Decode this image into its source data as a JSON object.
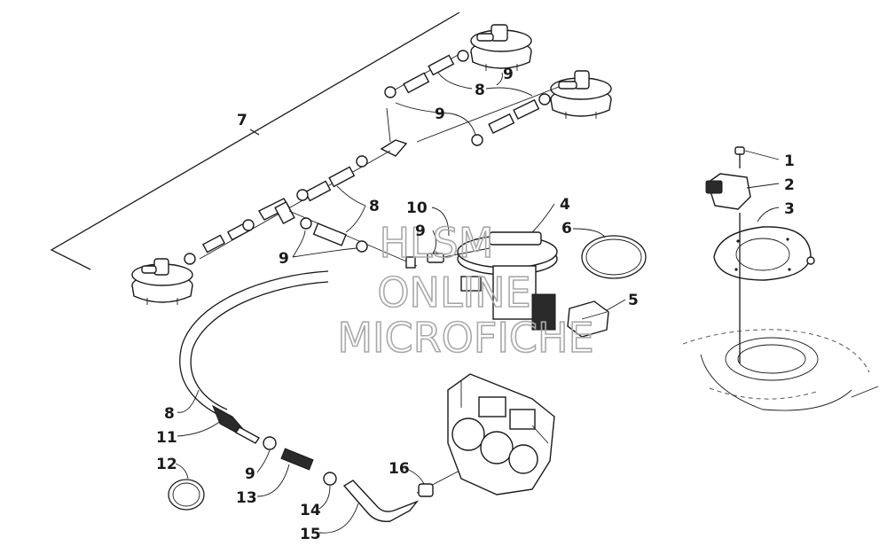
{
  "watermark": {
    "line1": "HLSM",
    "line2": "ONLINE",
    "line3": "MICROFICHE"
  },
  "callouts": [
    {
      "id": "c1",
      "text": "1"
    },
    {
      "id": "c2",
      "text": "2"
    },
    {
      "id": "c3",
      "text": "3"
    },
    {
      "id": "c4",
      "text": "4"
    },
    {
      "id": "c5",
      "text": "5"
    },
    {
      "id": "c6",
      "text": "6"
    },
    {
      "id": "c7",
      "text": "7"
    },
    {
      "id": "c8a",
      "text": "8"
    },
    {
      "id": "c8b",
      "text": "8"
    },
    {
      "id": "c8c",
      "text": "8"
    },
    {
      "id": "c9a",
      "text": "9"
    },
    {
      "id": "c9b",
      "text": "9"
    },
    {
      "id": "c9c",
      "text": "9"
    },
    {
      "id": "c9d",
      "text": "9"
    },
    {
      "id": "c9e",
      "text": "9"
    },
    {
      "id": "c10",
      "text": "10"
    },
    {
      "id": "c11",
      "text": "11"
    },
    {
      "id": "c12",
      "text": "12"
    },
    {
      "id": "c13",
      "text": "13"
    },
    {
      "id": "c14",
      "text": "14"
    },
    {
      "id": "c15",
      "text": "15"
    },
    {
      "id": "c16",
      "text": "16"
    }
  ]
}
